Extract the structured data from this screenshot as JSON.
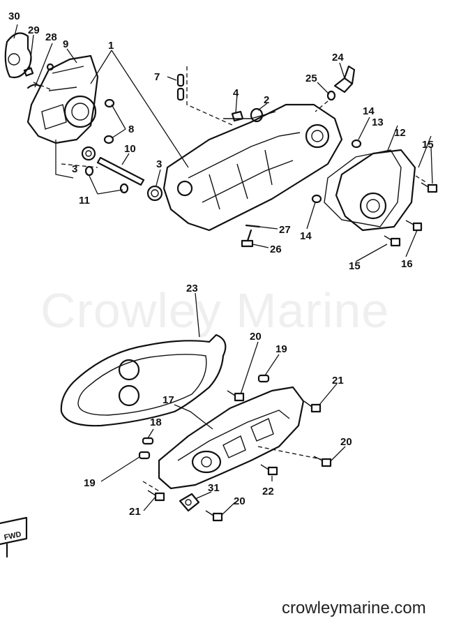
{
  "watermark": "Crowley Marine",
  "footer_url": "crowleymarine.com",
  "fwd_label": "FWD",
  "callouts": {
    "c1": "1",
    "c2": "2",
    "c3a": "3",
    "c3b": "3",
    "c4": "4",
    "c7": "7",
    "c8": "8",
    "c9": "9",
    "c10": "10",
    "c11": "11",
    "c12": "12",
    "c13": "13",
    "c14a": "14",
    "c14b": "14",
    "c15a": "15",
    "c15b": "15",
    "c16": "16",
    "c17": "17",
    "c18": "18",
    "c19a": "19",
    "c19b": "19",
    "c20a": "20",
    "c20b": "20",
    "c20c": "20",
    "c21a": "21",
    "c21b": "21",
    "c22": "22",
    "c23": "23",
    "c24": "24",
    "c25": "25",
    "c26": "26",
    "c27": "27",
    "c28": "28",
    "c29": "29",
    "c30": "30",
    "c31": "31"
  }
}
